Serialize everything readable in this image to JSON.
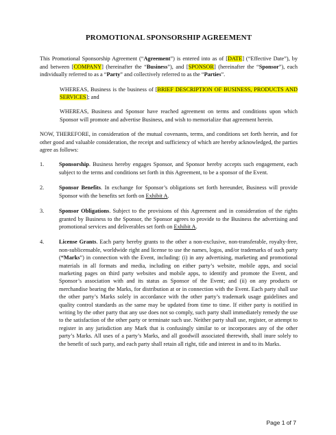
{
  "doc": {
    "title": "PROMOTIONAL SPONSORSHIP AGREEMENT",
    "intro": {
      "t1": "This Promotional Sponsorship Agreement (“",
      "b1": "Agreement",
      "t2": "”) is entered into as of [",
      "date": "DATE",
      "t3": "] (“Effective Date”), by and between [",
      "company": "COMPANY",
      "t4": "] (hereinafter the “",
      "b2": "Business",
      "t5": "”), and [",
      "sponsor": "SPONSOR",
      "t6": "] (hereinafter the “",
      "b3": "Sponsor",
      "t7": "”), each individually referred to as a “",
      "b4": "Party",
      "t8": "” and collectively referred to as the “",
      "b5": "Parties",
      "t9": "”."
    },
    "whereas1": {
      "t1": "WHEREAS, Business is the business of [",
      "hl": "BRIEF DESCRIPTION OF BUSINESS, PRODUCTS AND SERVICES",
      "t2": "]; and"
    },
    "whereas2": "WHEREAS, Business and Sponsor have reached agreement on terms and conditions upon which Sponsor will promote and advertise Business, and wish to memorialize that agreement herein.",
    "now": "NOW, THEREFORE, in consideration of the mutual covenants, terms, and conditions set forth herein, and for other good and valuable consideration, the receipt and sufficiency of which are hereby acknowledged, the parties agree as follows:",
    "items": [
      {
        "num": "1.",
        "head": "Sponsorship",
        "text": ". Business hereby engages Sponsor, and Sponsor hereby accepts such engagement, each subject to the terms and conditions set forth in this Agreement, to be a sponsor of the Event."
      },
      {
        "num": "2.",
        "head": "Sponsor Benefits",
        "text": ". In exchange for Sponsor’s obligations set forth hereunder, Business will provide Sponsor with the benefits set forth on ",
        "link": "Exhibit A",
        "end": "."
      },
      {
        "num": "3.",
        "head": "Sponsor Obligations",
        "text": ". Subject to the provisions of this Agreement and in consideration of the rights granted by Business to the Sponsor, the Sponsor agrees to provide to the Business the advertising and promotional services and deliverables set forth on ",
        "link": "Exhibit A",
        "end": "."
      },
      {
        "num": "4.",
        "head": "License Grants",
        "text": ". Each party hereby grants to the other a non-exclusive, non-transferable, royalty-free, non-sublicensable, worldwide right and license to use the names, logos, and/or trademarks of such party (",
        "bold2": "“Marks",
        "text2": "”) in connection with the Event, including: (i) in any advertising, marketing and promotional materials in all formats and media, including on either party’s website, mobile apps, and social marketing pages on third party websites and mobile apps, to identify and promote the Event, and Sponsor’s association with and its status as Sponsor of the Event; and (ii) on any products or merchandise bearing the Marks, for distribution at or in connection with the Event. Each party shall use the other party’s Marks solely in accordance with the other party’s trademark usage guidelines and quality control standards as the same may be updated from time to time. If either party is notified in writing by the other party that any use does not so comply, such party shall immediately remedy the use to the satisfaction of the other party or terminate such use. Neither party shall use, register, or attempt to register in any jurisdiction any Mark that is confusingly similar to or incorporates any of the other party’s Marks. All uses of a party’s Marks, and all goodwill associated therewith, shall inure solely to the benefit of such party, and each party shall retain all right, title and interest in and to its Marks."
      }
    ],
    "footer": "Page 1 of 7",
    "highlight_color": "#f7f300"
  }
}
